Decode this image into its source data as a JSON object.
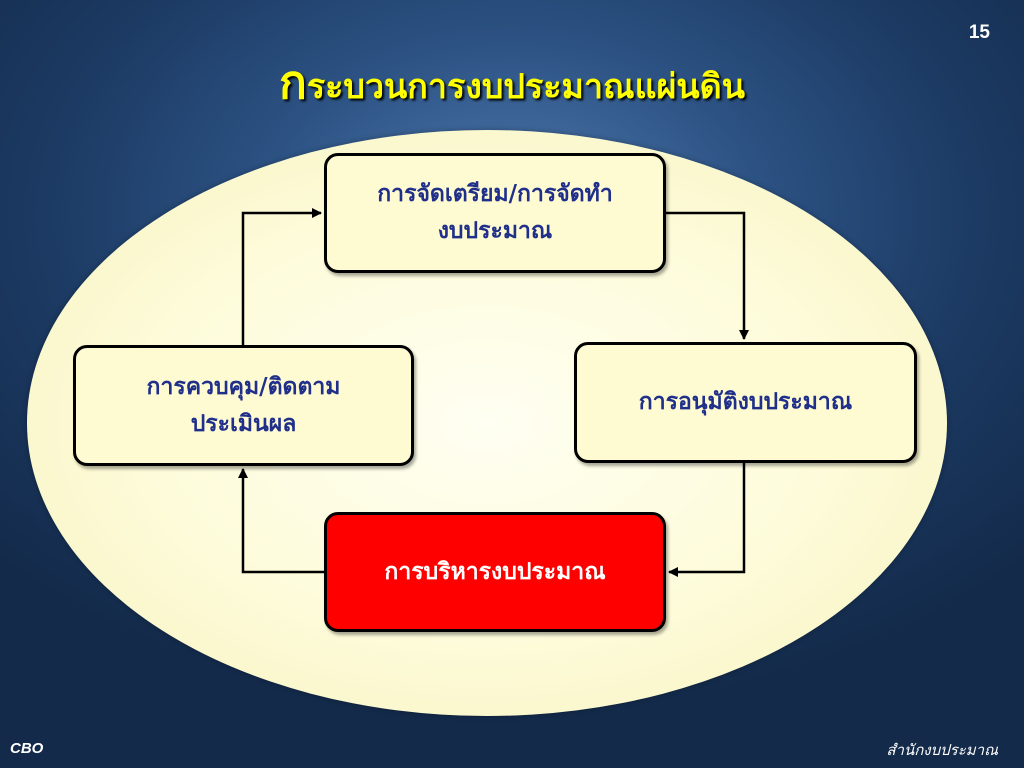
{
  "slide": {
    "number": "15",
    "title_first_char": "ก",
    "title_rest": "ระบวนการงบประมาณแผ่นดิน"
  },
  "diagram": {
    "nodes": {
      "prepare": {
        "line1": "การจัดเตรียม/การจัดทำ",
        "line2": "งบประมาณ"
      },
      "approve": {
        "line1": "การอนุมัติงบประมาณ"
      },
      "execute": {
        "line1": "การบริหารงบประมาณ"
      },
      "control": {
        "line1": "การควบคุม/ติดตาม",
        "line2": "ประเมินผล"
      }
    },
    "edges": [
      {
        "from": "prepare",
        "to": "approve"
      },
      {
        "from": "approve",
        "to": "execute"
      },
      {
        "from": "execute",
        "to": "control"
      },
      {
        "from": "control",
        "to": "prepare"
      }
    ]
  },
  "footer": {
    "left": "CBO",
    "right": "สำนักงบประมาณ"
  },
  "colors": {
    "title": "#ffff00",
    "node_text": "#1f2f8a",
    "node_fill": "#fefbd2",
    "highlight_fill": "#ff0000",
    "ellipse_fill": "#fdfbd8",
    "background": "#1c3a63"
  }
}
